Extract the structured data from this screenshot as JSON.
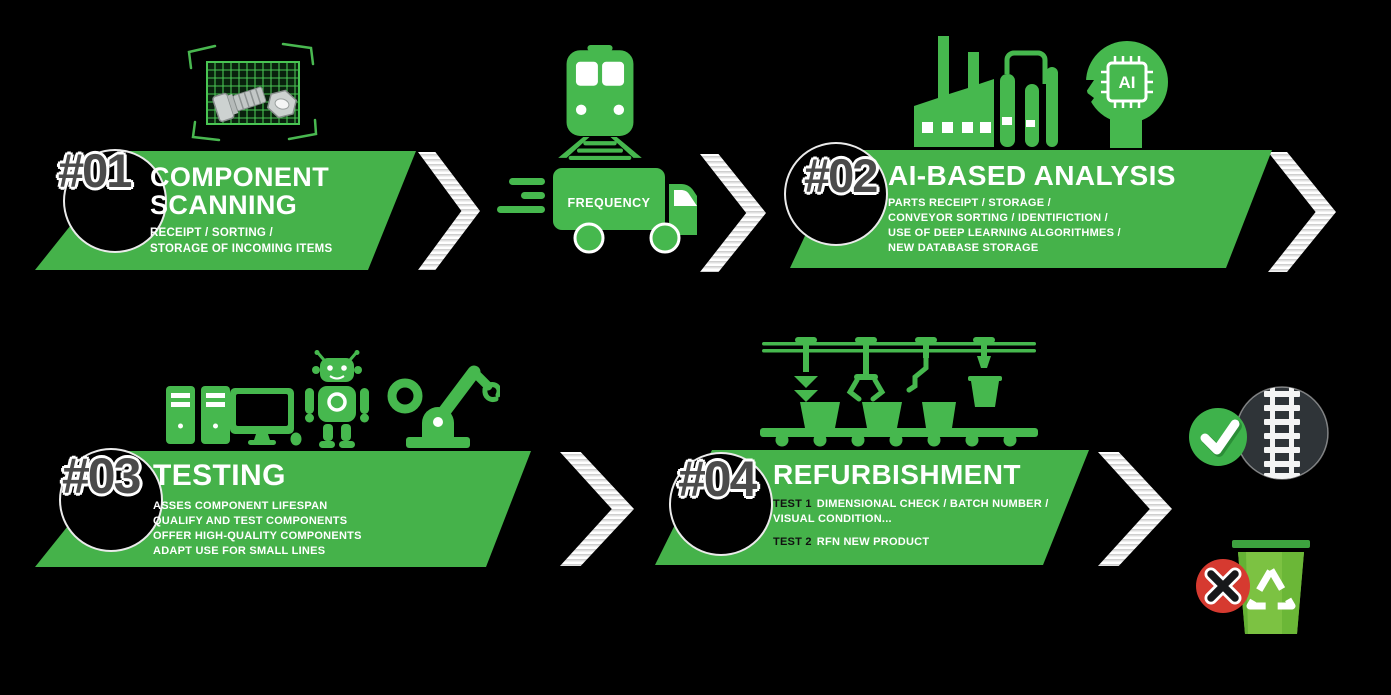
{
  "background": "#000000",
  "palette": {
    "banner_green": "#45B24A",
    "icon_green": "#46B84E",
    "number_gray": "#4B4B4B",
    "text_white": "#FFFFFF",
    "rail_circle_charcoal": "#2F3438",
    "reject_red": "#D63A30",
    "bin_green": "#7CC242",
    "chevron_stripe_light": "#FFFFFF",
    "chevron_stripe_dark": "#CFCFCF"
  },
  "steps": [
    {
      "number": "#01",
      "title": "COMPONENT SCANNING",
      "details": [
        "RECEIPT / SORTING /",
        "STORAGE OF INCOMING ITEMS"
      ]
    },
    {
      "number": "#02",
      "title": "AI-BASED ANALYSIS",
      "details": [
        "PARTS RECEIPT / STORAGE /",
        "CONVEYOR SORTING / IDENTIFICTION /",
        "USE OF DEEP LEARNING ALGORITHMES /",
        "NEW DATABASE STORAGE"
      ]
    },
    {
      "number": "#03",
      "title": "TESTING",
      "details": [
        "ASSES COMPONENT LIFESPAN",
        "QUALIFY AND TEST COMPONENTS",
        "OFFER HIGH-QUALITY COMPONENTS",
        "ADAPT USE FOR SMALL LINES"
      ]
    },
    {
      "number": "#04",
      "title": "REFURBISHMENT",
      "tests": [
        {
          "label": "TEST 1",
          "text": "DIMENSIONAL CHECK / BATCH NUMBER / VISUAL CONDITION..."
        },
        {
          "label": "TEST 2",
          "text": "RFN NEW PRODUCT"
        }
      ]
    }
  ],
  "transport": {
    "truck_label": "FREQUENCY"
  },
  "ai_head": {
    "chip_label": "AI"
  },
  "icons": [
    "component-scan-icon",
    "train-icon",
    "delivery-truck-icon",
    "factory-icon",
    "ai-head-icon",
    "server-rack-icon",
    "monitor-icon",
    "robot-icon",
    "robot-arm-icon",
    "conveyor-line-icon",
    "approved-check-icon",
    "rail-track-icon",
    "recycle-bin-icon",
    "reject-x-icon",
    "chevron-arrow-icon"
  ]
}
